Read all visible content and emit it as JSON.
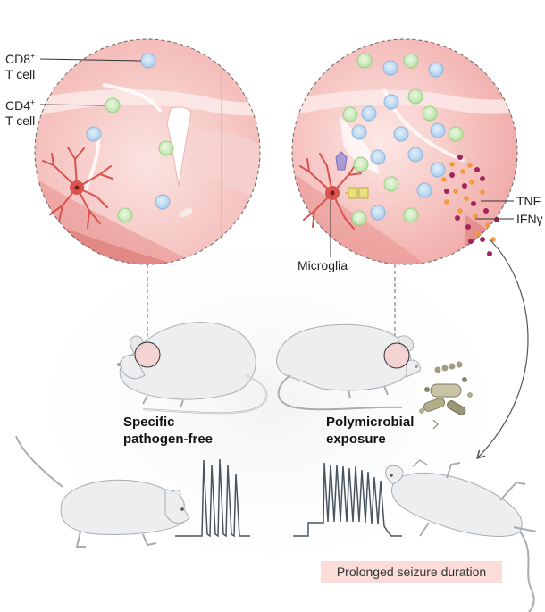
{
  "labels": {
    "cd8_name": "CD8",
    "cd8_sup": "+",
    "cd4_name": "CD4",
    "cd4_sup": "+",
    "t_cell": "T cell",
    "microglia": "Microglia",
    "tnf": "TNF",
    "ifng": "IFNγ"
  },
  "conditions": {
    "left_line1": "Specific",
    "left_line2": "pathogen-free",
    "right_line1": "Polymicrobial",
    "right_line2": "exposure"
  },
  "outcome": "Prolonged seizure duration",
  "colors": {
    "tissue_pink": "#f6c4c2",
    "cd8_blue": "#b3d4ee",
    "cd4_green": "#c6e8b6",
    "microglia_red": "#d9534f",
    "tnf_orange": "#f19a3e",
    "ifng_magenta": "#a3245c",
    "receptor_yellow": "#e9e07a",
    "receptor_purple": "#a99ad6",
    "seizure_trace": "#4a5561",
    "outcome_bg": "#fbdcd8"
  }
}
